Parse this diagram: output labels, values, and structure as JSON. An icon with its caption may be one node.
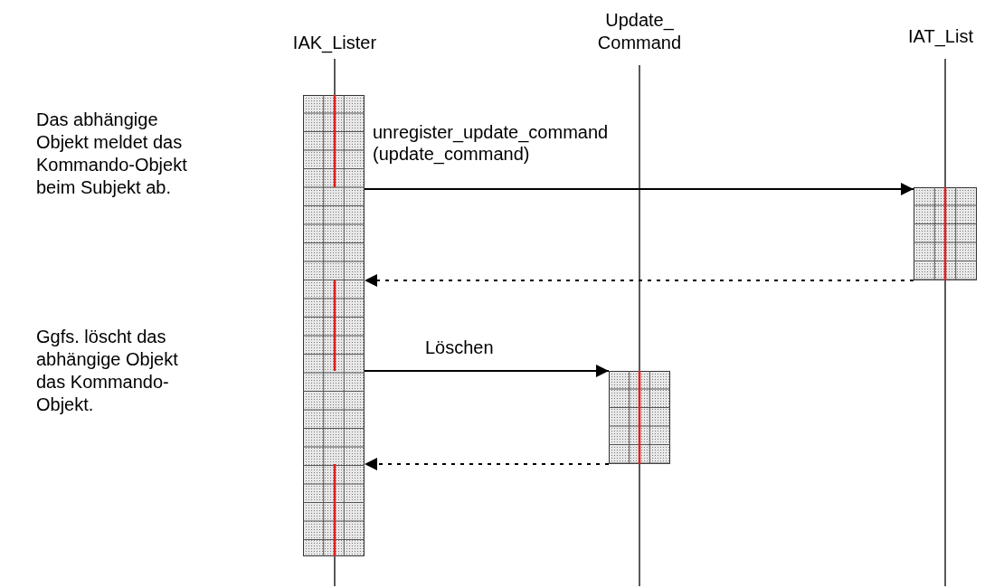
{
  "diagram": {
    "nodes": [
      {
        "text": [
          "IAK_Lister"
        ]
      },
      {
        "text": [
          "Update_ Command"
        ]
      },
      {
        "text": [
          "IAT_List"
        ]
      },
      {
        "text": [],
        "shape": "bar"
      },
      {
        "text": [],
        "shape": "bar"
      },
      {
        "text": [],
        "shape": "bar"
      }
    ],
    "edges": [
      {
        "from": 3,
        "to": 4,
        "arrow": "to",
        "label": "unregister_update_command (update_command)"
      },
      {
        "from": 4,
        "to": 3,
        "arrow": "to",
        "style": "dashed"
      },
      {
        "from": 3,
        "to": 5,
        "arrow": "to",
        "label": "Löschen"
      },
      {
        "from": 5,
        "to": 3,
        "arrow": "to",
        "style": "dashed"
      }
    ],
    "labels": [
      "Das abhängige Objekt meldet das Kommando-Objekt beim Subjekt ab.",
      "Ggfs. löscht das abhängige Objekt das Kommando-Objekt."
    ]
  }
}
